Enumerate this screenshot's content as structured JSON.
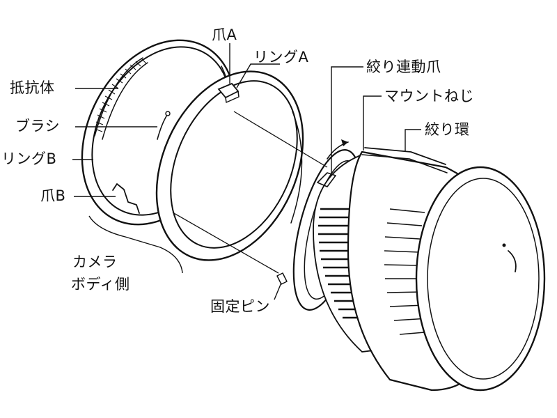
{
  "labels": {
    "claw_a": "爪A",
    "ring_a": "リングA",
    "aperture_link_claw": "絞り連動爪",
    "mount_screw": "マウントねじ",
    "aperture_ring": "絞り環",
    "resistor": "抵抗体",
    "brush": "ブラシ",
    "ring_b": "リングB",
    "claw_b": "爪B",
    "camera_body_side_line1": "カメラ",
    "camera_body_side_line2": "ボディ側",
    "fixing_pin": "固定ピン"
  }
}
